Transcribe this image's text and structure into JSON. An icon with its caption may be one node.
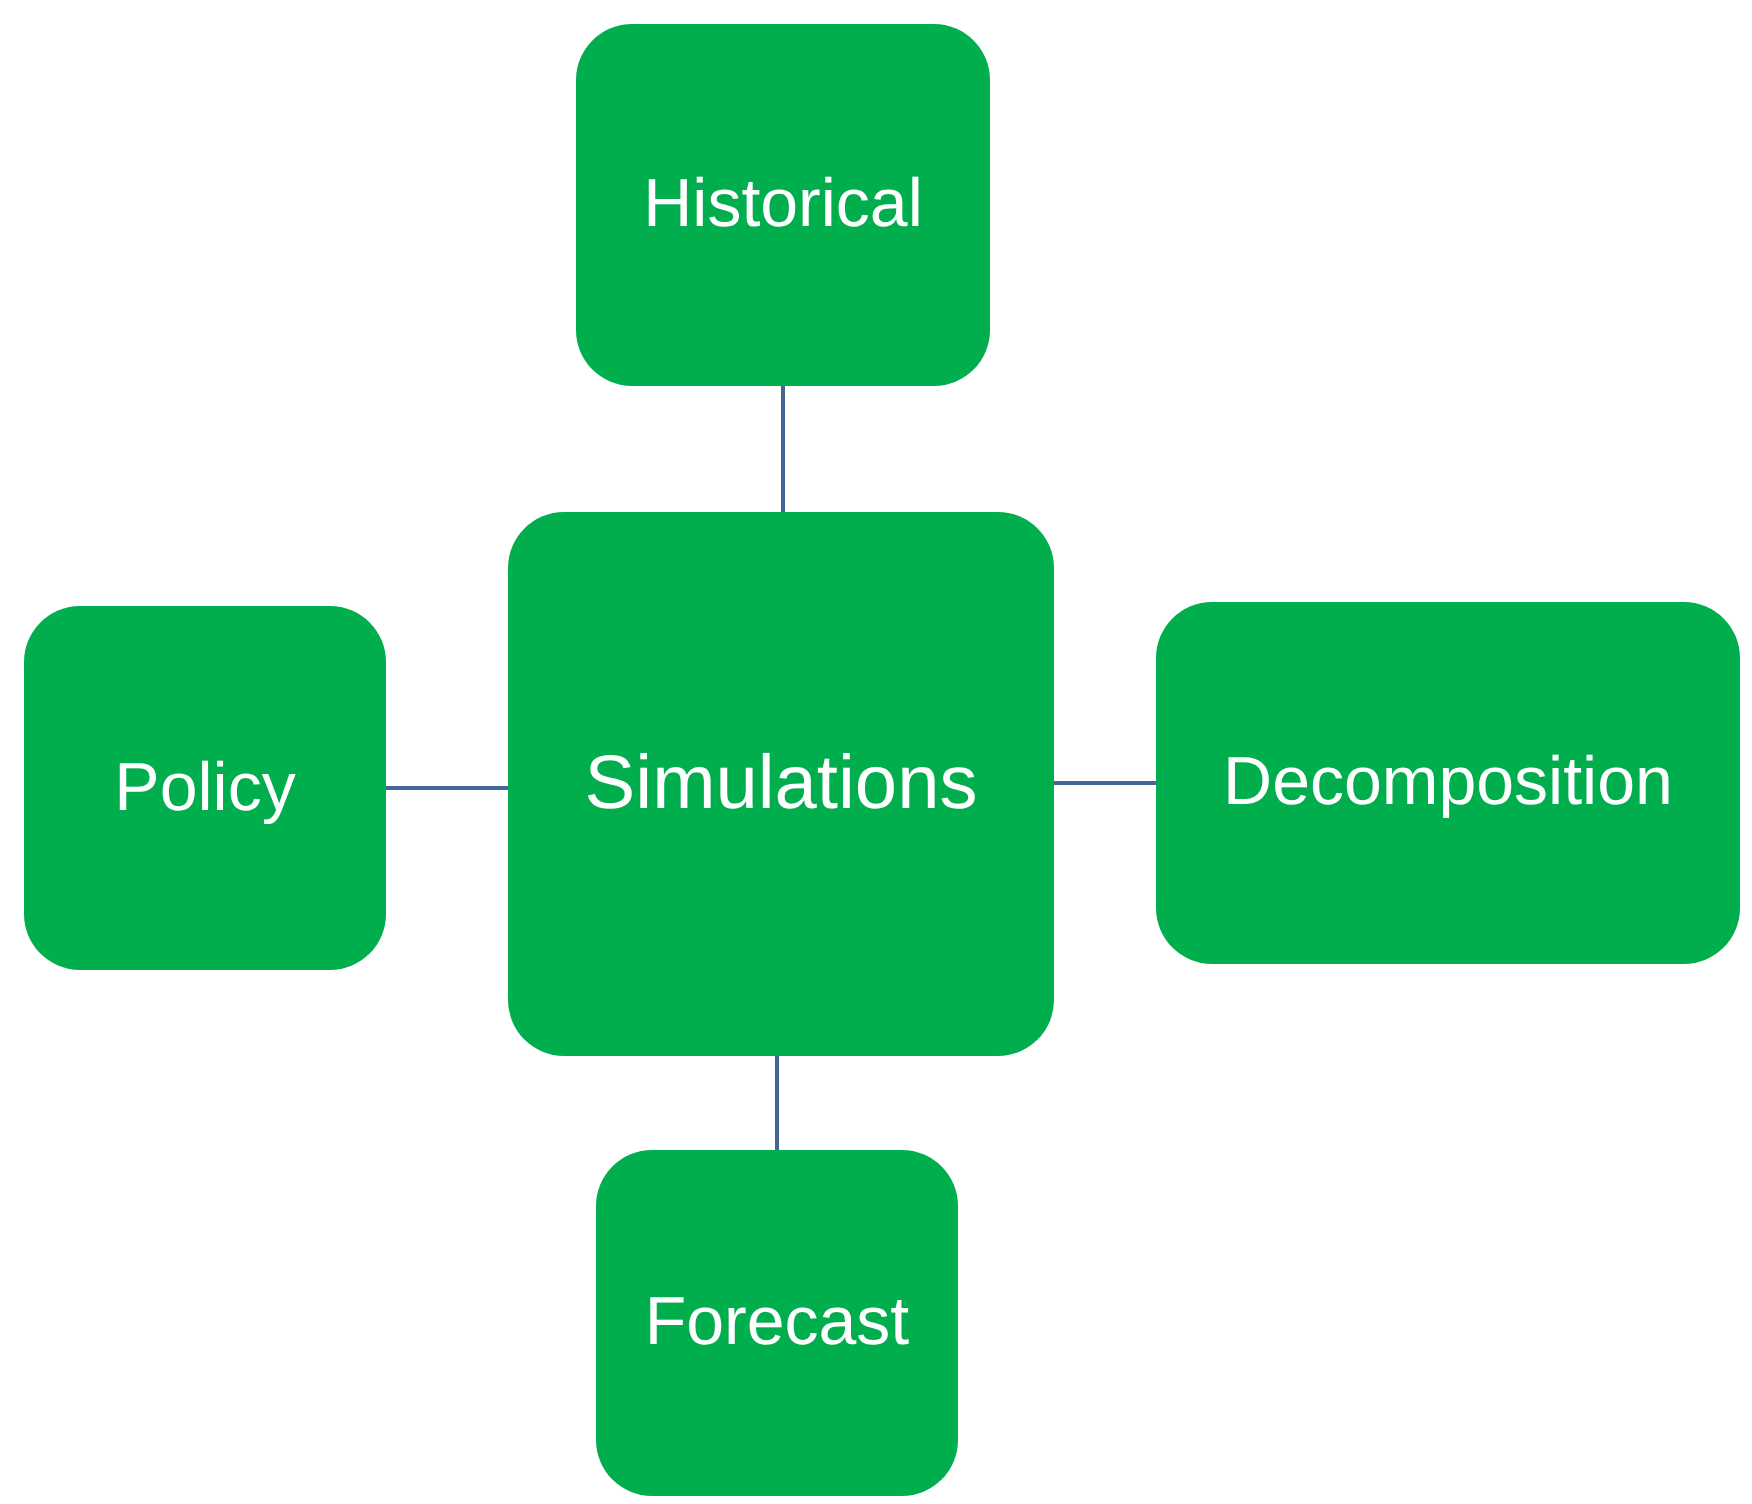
{
  "diagram": {
    "nodes": [
      {
        "text": [
          "Historical"
        ]
      },
      {
        "text": [
          "Policy"
        ]
      },
      {
        "text": [
          "Simulations"
        ]
      },
      {
        "text": [
          "Decomposition"
        ]
      },
      {
        "text": [
          "Forecast"
        ]
      }
    ],
    "edges": [
      {
        "from": 0,
        "to": 2,
        "arrow": "none"
      },
      {
        "from": 1,
        "to": 2,
        "arrow": "none"
      },
      {
        "from": 2,
        "to": 3,
        "arrow": "none"
      },
      {
        "from": 2,
        "to": 4,
        "arrow": "none"
      }
    ]
  }
}
